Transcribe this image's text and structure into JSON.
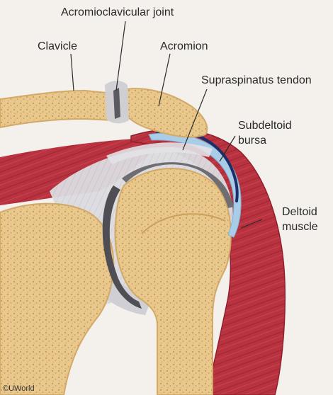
{
  "labels": {
    "acromioclavicular_joint": "Acromioclavicular joint",
    "clavicle": "Clavicle",
    "acromion": "Acromion",
    "supraspinatus_tendon": "Supraspinatus tendon",
    "subdeltoid_bursa_line1": "Subdeltoid",
    "subdeltoid_bursa_line2": "bursa",
    "deltoid_muscle_line1": "Deltoid",
    "deltoid_muscle_line2": "muscle"
  },
  "credit": "©UWorld",
  "colors": {
    "background": "#f4f1ec",
    "bone": "#e9c88e",
    "bone_edge": "#d3a968",
    "marrow_dot": "#c99a52",
    "muscle": "#b9323f",
    "muscle_dark": "#8f1f2c",
    "tendon": "#d9d9dd",
    "bursa_fill": "#a9cde6",
    "bursa_line": "#1d2f6b",
    "cartilage": "#6e6e72",
    "leader_line": "#2a2a2a"
  }
}
